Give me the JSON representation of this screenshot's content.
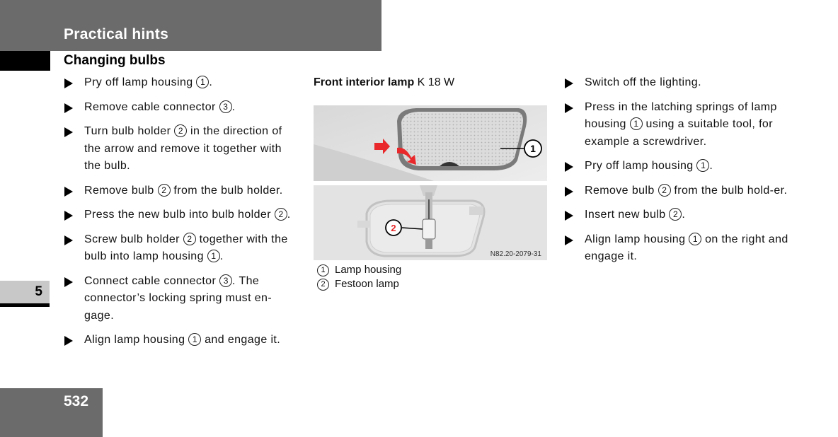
{
  "header": {
    "title": "Practical hints"
  },
  "section": {
    "title": "Changing bulbs"
  },
  "chapter": {
    "number": "5"
  },
  "page": {
    "number": "532"
  },
  "left_steps": [
    {
      "parts": [
        "Pry off lamp housing ",
        "1",
        "."
      ]
    },
    {
      "parts": [
        "Remove cable connector ",
        "3",
        "."
      ]
    },
    {
      "parts": [
        "Turn bulb holder ",
        "2",
        " in the direction of the arrow and remove it together with the bulb."
      ]
    },
    {
      "parts": [
        "Remove bulb ",
        "2",
        " from the bulb holder."
      ]
    },
    {
      "parts": [
        "Press the new bulb into bulb holder ",
        "2",
        "."
      ]
    },
    {
      "parts": [
        "Screw bulb holder ",
        "2",
        " together with the bulb into lamp housing ",
        "1",
        "."
      ]
    },
    {
      "parts": [
        "Connect cable connector ",
        "3",
        ". The connector’s locking spring must en-gage."
      ]
    },
    {
      "parts": [
        "Align lamp housing ",
        "1",
        " and engage it."
      ]
    }
  ],
  "middle": {
    "title_bold": "Front interior lamp",
    "title_rest": " K 18 W",
    "figure_code": "N82.20-2079-31",
    "figure_callouts": [
      "1",
      "2"
    ],
    "legend": [
      {
        "num": "1",
        "label": "Lamp housing"
      },
      {
        "num": "2",
        "label": "Festoon lamp"
      }
    ]
  },
  "right_steps": [
    {
      "parts": [
        "Switch off the lighting."
      ]
    },
    {
      "parts": [
        "Press in the latching springs of lamp housing ",
        "1",
        " using a suitable tool, for example a screwdriver."
      ]
    },
    {
      "parts": [
        "Pry off lamp housing ",
        "1",
        "."
      ]
    },
    {
      "parts": [
        "Remove bulb ",
        "2",
        " from the bulb hold-er."
      ]
    },
    {
      "parts": [
        "Insert new bulb ",
        "2",
        "."
      ]
    },
    {
      "parts": [
        "Align lamp housing ",
        "1",
        " on the right and engage it."
      ]
    }
  ],
  "colors": {
    "header_gray": "#6b6b6b",
    "tab_gray": "#c8c8c8",
    "arrow_red": "#e8282a"
  }
}
